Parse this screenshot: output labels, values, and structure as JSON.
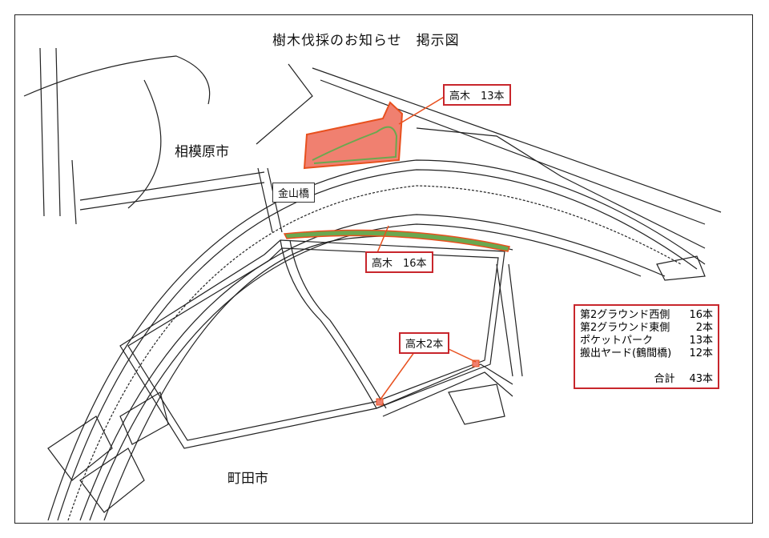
{
  "title": "樹木伐採のお知らせ　掲示図",
  "places": {
    "sagamihara": "相模原市",
    "machida": "町田市",
    "bridge": "金山橋"
  },
  "callouts": {
    "pocket_park": "高木　13本",
    "west": "高木　16本",
    "east": "高木2本"
  },
  "legend": {
    "rows": [
      {
        "label": "第2グラウンド西側",
        "count": "16本"
      },
      {
        "label": "第2グラウンド東側",
        "count": "2本"
      },
      {
        "label": "ポケットパーク",
        "count": "13本"
      },
      {
        "label": "搬出ヤード(鶴間橋)",
        "count": "12本"
      }
    ],
    "total_label": "合計",
    "total_count": "43本"
  },
  "colors": {
    "highlight": "#f08070",
    "outline": "#e8501e",
    "box_border": "#c8262c",
    "tree_green": "#6aa84f"
  }
}
